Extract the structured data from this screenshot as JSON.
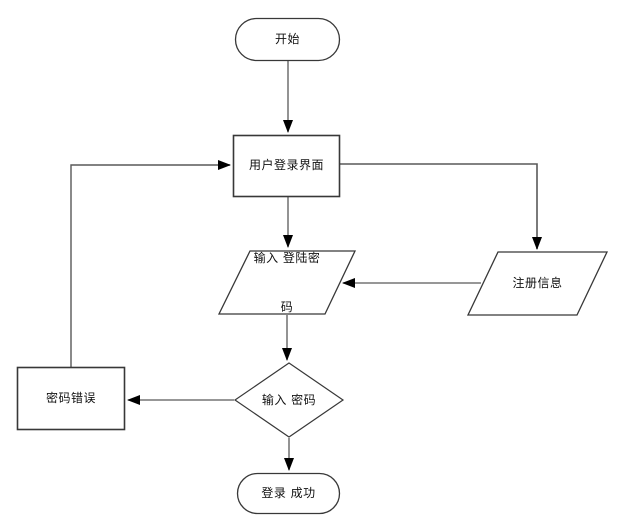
{
  "nodes": {
    "start": {
      "shape": "terminator",
      "label": "开始"
    },
    "login_screen": {
      "shape": "process",
      "label": "用户登录界面"
    },
    "enter_login_password": {
      "shape": "input-output",
      "lines": [
        "输入 登陆密",
        "码"
      ]
    },
    "register_info": {
      "shape": "input-output",
      "label": "注册信息"
    },
    "enter_password_decision": {
      "shape": "decision",
      "label": "输入 密码"
    },
    "password_error": {
      "shape": "process",
      "label": "密码错误"
    },
    "login_success": {
      "shape": "terminator",
      "label": "登录 成功"
    }
  },
  "edges": [
    {
      "from": "start",
      "to": "login_screen"
    },
    {
      "from": "login_screen",
      "to": "enter_login_password"
    },
    {
      "from": "login_screen",
      "to": "register_info"
    },
    {
      "from": "register_info",
      "to": "enter_login_password"
    },
    {
      "from": "enter_login_password",
      "to": "enter_password_decision"
    },
    {
      "from": "enter_password_decision",
      "to": "password_error"
    },
    {
      "from": "password_error",
      "to": "login_screen"
    },
    {
      "from": "enter_password_decision",
      "to": "login_success"
    }
  ],
  "colors": {
    "background": "#ffffff",
    "shape_stroke": "#383838",
    "connector_stroke": "#595959",
    "arrow_fill": "#000000",
    "text": "#111111"
  }
}
